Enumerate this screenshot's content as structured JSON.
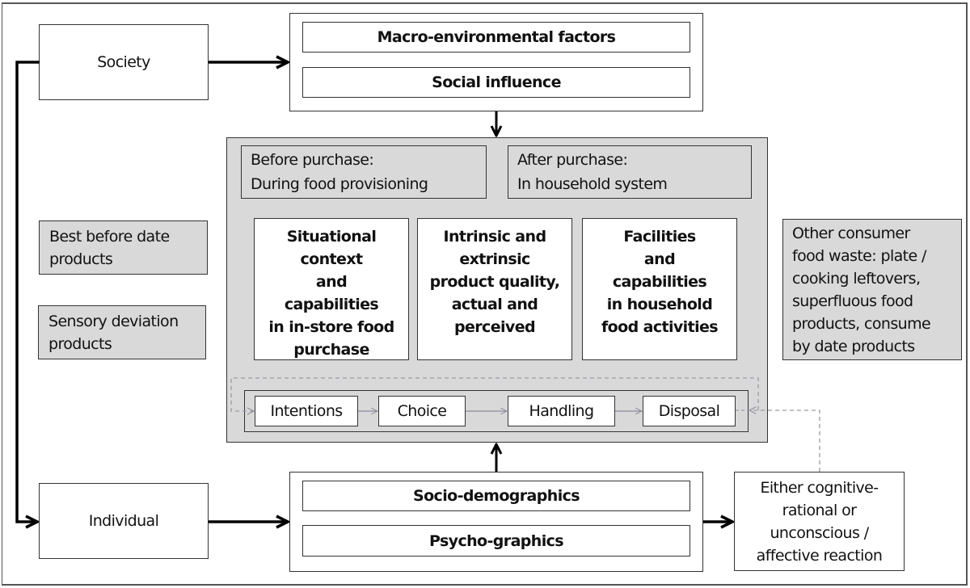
{
  "diagram": {
    "society": "Society",
    "individual": "Individual",
    "macro": {
      "factors": [
        "Macro-environmental factors",
        "Social influence"
      ]
    },
    "micro": {
      "factors": [
        "Socio-demographics",
        "Psycho-graphics"
      ]
    },
    "phases": {
      "before": "Before purchase:\nDuring food provisioning",
      "after": "After purchase:\nIn household system"
    },
    "determinants": [
      "Situational\ncontext\nand\ncapabilities\nin in-store food\npurchase",
      "Intrinsic and\nextrinsic\nproduct quality,\nactual and\nperceived",
      "Facilities\nand\ncapabilities\nin household\nfood activities"
    ],
    "process_steps": [
      "Intentions",
      "Choice",
      "Handling",
      "Disposal"
    ],
    "left_categories": [
      "Best before date\nproducts",
      "Sensory deviation\nproducts"
    ],
    "right_category": "Other consumer\nfood waste: plate /\ncooking leftovers,\nsuperfluous food\nproducts, consume\nby date products",
    "reaction": "Either cognitive-\nrational or\nunconscious /\naffective reaction"
  },
  "colors": {
    "panel_gray": "#d9d9d9",
    "border": "#333333",
    "dashed_line": "#9a9aa8",
    "process_arrow": "#8a8a9a"
  }
}
